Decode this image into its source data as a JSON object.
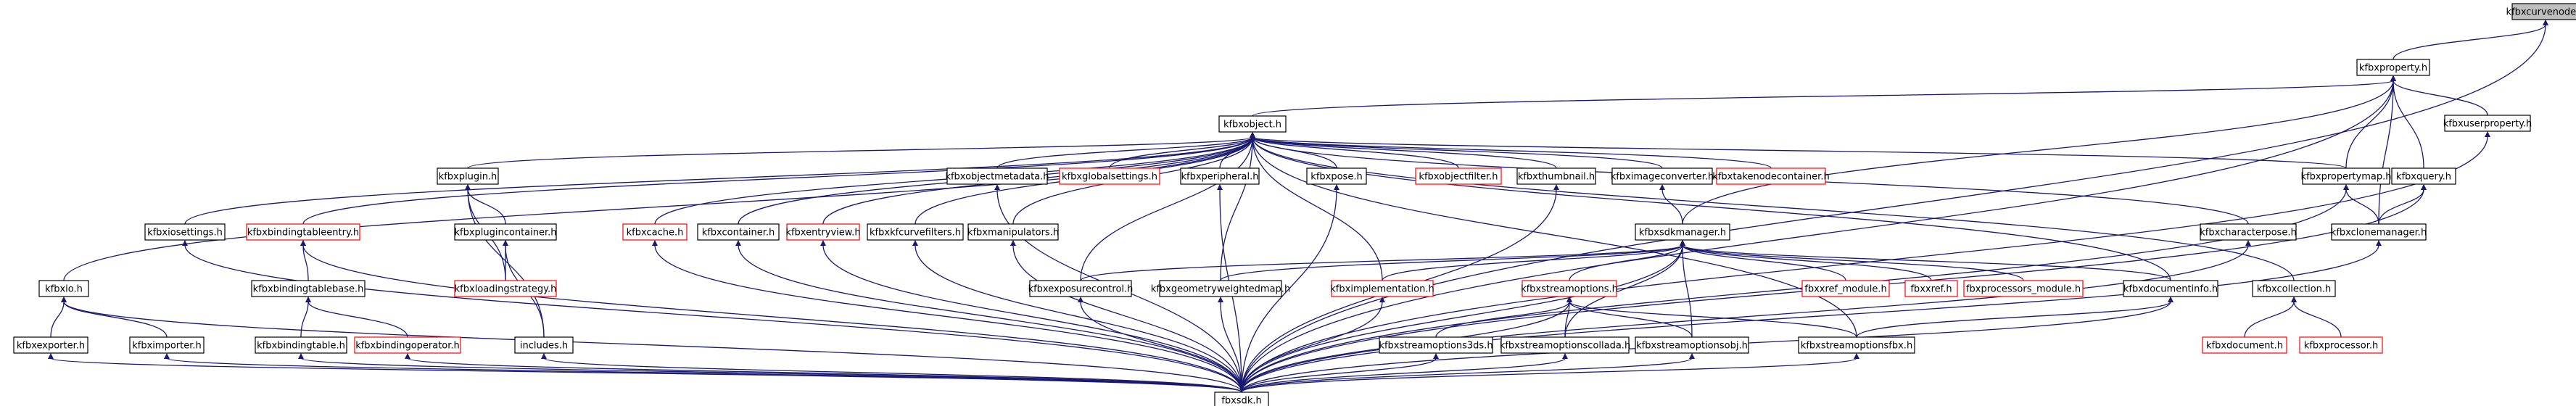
{
  "title": "kfbxcurvenode.h",
  "colors": {
    "edge": "#191970",
    "box_border": "#000000",
    "undocumented_border": "#ff0000",
    "root_fill": "#bfbfbf"
  },
  "nodes": [
    {
      "id": "curvenode",
      "label": "kfbxcurvenode.h",
      "style": "root"
    },
    {
      "id": "property",
      "label": "kfbxproperty.h",
      "style": "normal"
    },
    {
      "id": "object",
      "label": "kfbxobject.h",
      "style": "normal"
    },
    {
      "id": "userproperty",
      "label": "kfbxuserproperty.h",
      "style": "normal"
    },
    {
      "id": "plugin",
      "label": "kfbxplugin.h",
      "style": "normal"
    },
    {
      "id": "objectmetadata",
      "label": "kfbxobjectmetadata.h",
      "style": "normal"
    },
    {
      "id": "globalsettings",
      "label": "kfbxglobalsettings.h",
      "style": "red"
    },
    {
      "id": "peripheral",
      "label": "kfbxperipheral.h",
      "style": "normal"
    },
    {
      "id": "pose",
      "label": "kfbxpose.h",
      "style": "normal"
    },
    {
      "id": "objectfilter",
      "label": "kfbxobjectfilter.h",
      "style": "red"
    },
    {
      "id": "thumbnail",
      "label": "kfbxthumbnail.h",
      "style": "normal"
    },
    {
      "id": "imageconverter",
      "label": "kfbximageconverter.h",
      "style": "normal"
    },
    {
      "id": "takenodecontainer",
      "label": "kfbxtakenodecontainer.h",
      "style": "red"
    },
    {
      "id": "propertymap",
      "label": "kfbxpropertymap.h",
      "style": "normal"
    },
    {
      "id": "query",
      "label": "kfbxquery.h",
      "style": "normal"
    },
    {
      "id": "iosettings",
      "label": "kfbxiosettings.h",
      "style": "normal"
    },
    {
      "id": "bindingtableentry",
      "label": "kfbxbindingtableentry.h",
      "style": "red"
    },
    {
      "id": "plugincontainer",
      "label": "kfbxplugincontainer.h",
      "style": "normal"
    },
    {
      "id": "cache",
      "label": "kfbxcache.h",
      "style": "red"
    },
    {
      "id": "container",
      "label": "kfbxcontainer.h",
      "style": "normal"
    },
    {
      "id": "entryview",
      "label": "kfbxentryview.h",
      "style": "red"
    },
    {
      "id": "curvefilters",
      "label": "kfbxkfcurvefilters.h",
      "style": "normal"
    },
    {
      "id": "manipulators",
      "label": "kfbxmanipulators.h",
      "style": "normal"
    },
    {
      "id": "sdkmanager",
      "label": "kfbxsdkmanager.h",
      "style": "normal"
    },
    {
      "id": "characterpose",
      "label": "kfbxcharacterpose.h",
      "style": "normal"
    },
    {
      "id": "clonemanager",
      "label": "kfbxclonemanager.h",
      "style": "normal"
    },
    {
      "id": "io",
      "label": "kfbxio.h",
      "style": "normal"
    },
    {
      "id": "bindingtablebase",
      "label": "kfbxbindingtablebase.h",
      "style": "normal"
    },
    {
      "id": "loadingstrategy",
      "label": "kfbxloadingstrategy.h",
      "style": "red"
    },
    {
      "id": "exposurecontrol",
      "label": "kfbxexposurecontrol.h",
      "style": "normal"
    },
    {
      "id": "geometryweightedmap",
      "label": "kfbxgeometryweightedmap.h",
      "style": "normal"
    },
    {
      "id": "implementation",
      "label": "kfbximplementation.h",
      "style": "red"
    },
    {
      "id": "streamoptions",
      "label": "kfbxstreamoptions.h",
      "style": "red"
    },
    {
      "id": "xref_module",
      "label": "fbxxref_module.h",
      "style": "red"
    },
    {
      "id": "xref",
      "label": "fbxxref.h",
      "style": "red"
    },
    {
      "id": "processors_module",
      "label": "fbxprocessors_module.h",
      "style": "red"
    },
    {
      "id": "documentinfo",
      "label": "kfbxdocumentinfo.h",
      "style": "normal"
    },
    {
      "id": "collection",
      "label": "kfbxcollection.h",
      "style": "normal"
    },
    {
      "id": "exporter",
      "label": "kfbxexporter.h",
      "style": "normal"
    },
    {
      "id": "importer",
      "label": "kfbximporter.h",
      "style": "normal"
    },
    {
      "id": "bindingtable",
      "label": "kfbxbindingtable.h",
      "style": "normal"
    },
    {
      "id": "bindingoperator",
      "label": "kfbxbindingoperator.h",
      "style": "red"
    },
    {
      "id": "includes",
      "label": "includes.h",
      "style": "normal"
    },
    {
      "id": "streamoptions3ds",
      "label": "kfbxstreamoptions3ds.h",
      "style": "normal"
    },
    {
      "id": "streamoptionscollada",
      "label": "kfbxstreamoptionscollada.h",
      "style": "normal"
    },
    {
      "id": "streamoptionsobj",
      "label": "kfbxstreamoptionsobj.h",
      "style": "normal"
    },
    {
      "id": "streamoptionsfbx",
      "label": "kfbxstreamoptionsfbx.h",
      "style": "normal"
    },
    {
      "id": "document",
      "label": "kfbxdocument.h",
      "style": "red"
    },
    {
      "id": "processor",
      "label": "kfbxprocessor.h",
      "style": "red"
    },
    {
      "id": "fbxsdk",
      "label": "fbxsdk.h",
      "style": "normal"
    }
  ],
  "edges": [
    [
      "property",
      "curvenode"
    ],
    [
      "fbxsdk",
      "curvenode"
    ],
    [
      "object",
      "property"
    ],
    [
      "userproperty",
      "property"
    ],
    [
      "propertymap",
      "property"
    ],
    [
      "query",
      "property"
    ],
    [
      "sdkmanager",
      "property"
    ],
    [
      "clonemanager",
      "property"
    ],
    [
      "fbxsdk",
      "property"
    ],
    [
      "plugin",
      "object"
    ],
    [
      "objectmetadata",
      "object"
    ],
    [
      "globalsettings",
      "object"
    ],
    [
      "peripheral",
      "object"
    ],
    [
      "pose",
      "object"
    ],
    [
      "objectfilter",
      "object"
    ],
    [
      "thumbnail",
      "object"
    ],
    [
      "imageconverter",
      "object"
    ],
    [
      "takenodecontainer",
      "object"
    ],
    [
      "propertymap",
      "object"
    ],
    [
      "iosettings",
      "object"
    ],
    [
      "bindingtableentry",
      "object"
    ],
    [
      "cache",
      "object"
    ],
    [
      "container",
      "object"
    ],
    [
      "entryview",
      "object"
    ],
    [
      "curvefilters",
      "object"
    ],
    [
      "manipulators",
      "object"
    ],
    [
      "characterpose",
      "object"
    ],
    [
      "io",
      "object"
    ],
    [
      "exposurecontrol",
      "object"
    ],
    [
      "geometryweightedmap",
      "object"
    ],
    [
      "implementation",
      "object"
    ],
    [
      "documentinfo",
      "object"
    ],
    [
      "collection",
      "object"
    ],
    [
      "streamoptionsfbx",
      "object"
    ],
    [
      "plugincontainer",
      "plugin"
    ],
    [
      "loadingstrategy",
      "plugin"
    ],
    [
      "includes",
      "plugin"
    ],
    [
      "loadingstrategy",
      "plugincontainer"
    ],
    [
      "includes",
      "plugincontainer"
    ],
    [
      "bindingtablebase",
      "bindingtableentry"
    ],
    [
      "fbxsdk",
      "bindingtableentry"
    ],
    [
      "bindingtable",
      "bindingtablebase"
    ],
    [
      "bindingoperator",
      "bindingtablebase"
    ],
    [
      "exporter",
      "io"
    ],
    [
      "importer",
      "io"
    ],
    [
      "fbxsdk",
      "io"
    ],
    [
      "sdkmanager",
      "imageconverter"
    ],
    [
      "exposurecontrol",
      "sdkmanager"
    ],
    [
      "geometryweightedmap",
      "sdkmanager"
    ],
    [
      "implementation",
      "sdkmanager"
    ],
    [
      "streamoptions",
      "sdkmanager"
    ],
    [
      "xref_module",
      "sdkmanager"
    ],
    [
      "xref",
      "sdkmanager"
    ],
    [
      "processors_module",
      "sdkmanager"
    ],
    [
      "documentinfo",
      "sdkmanager"
    ],
    [
      "streamoptionscollada",
      "sdkmanager"
    ],
    [
      "streamoptionsobj",
      "sdkmanager"
    ],
    [
      "fbxsdk",
      "sdkmanager"
    ],
    [
      "streamoptions3ds",
      "streamoptions"
    ],
    [
      "streamoptionscollada",
      "streamoptions"
    ],
    [
      "streamoptionsobj",
      "streamoptions"
    ],
    [
      "streamoptionsfbx",
      "streamoptions"
    ],
    [
      "fbxsdk",
      "streamoptions"
    ],
    [
      "clonemanager",
      "propertymap"
    ],
    [
      "fbxsdk",
      "propertymap"
    ],
    [
      "clonemanager",
      "query"
    ],
    [
      "fbxsdk",
      "query"
    ],
    [
      "fbxsdk",
      "userproperty"
    ],
    [
      "document",
      "collection"
    ],
    [
      "processor",
      "collection"
    ],
    [
      "fbxsdk",
      "documentinfo"
    ],
    [
      "streamoptionsfbx",
      "documentinfo"
    ],
    [
      "fbxsdk",
      "exporter"
    ],
    [
      "fbxsdk",
      "importer"
    ],
    [
      "fbxsdk",
      "bindingtable"
    ],
    [
      "fbxsdk",
      "bindingoperator"
    ],
    [
      "fbxsdk",
      "includes"
    ],
    [
      "fbxsdk",
      "iosettings"
    ],
    [
      "fbxsdk",
      "cache"
    ],
    [
      "fbxsdk",
      "container"
    ],
    [
      "fbxsdk",
      "entryview"
    ],
    [
      "fbxsdk",
      "curvefilters"
    ],
    [
      "fbxsdk",
      "manipulators"
    ],
    [
      "fbxsdk",
      "objectmetadata"
    ],
    [
      "fbxsdk",
      "peripheral"
    ],
    [
      "fbxsdk",
      "pose"
    ],
    [
      "fbxsdk",
      "thumbnail"
    ],
    [
      "fbxsdk",
      "characterpose"
    ],
    [
      "fbxsdk",
      "clonemanager"
    ],
    [
      "fbxsdk",
      "exposurecontrol"
    ],
    [
      "fbxsdk",
      "geometryweightedmap"
    ],
    [
      "fbxsdk",
      "implementation"
    ],
    [
      "fbxsdk",
      "streamoptions3ds"
    ],
    [
      "fbxsdk",
      "streamoptionscollada"
    ],
    [
      "fbxsdk",
      "streamoptionsobj"
    ],
    [
      "fbxsdk",
      "streamoptionsfbx"
    ]
  ]
}
